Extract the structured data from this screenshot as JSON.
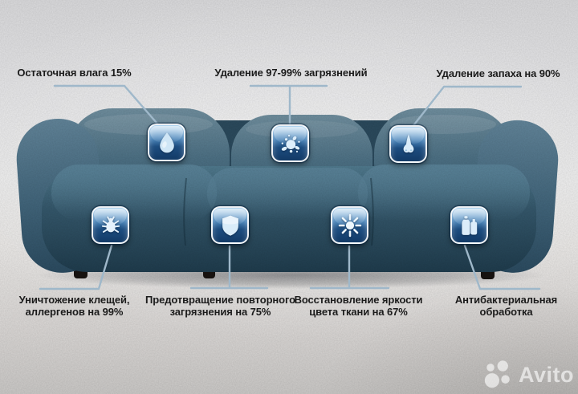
{
  "callouts": [
    {
      "name": "moisture",
      "icon": "water-drop-icon",
      "lines": [
        "Остаточная влага 15%"
      ]
    },
    {
      "name": "dirt-removal",
      "icon": "splat-icon",
      "lines": [
        "Удаление 97-99% загрязнений"
      ]
    },
    {
      "name": "odor-removal",
      "icon": "nose-icon",
      "lines": [
        "Удаление запаха на 90%"
      ]
    },
    {
      "name": "mite-removal",
      "icon": "mite-icon",
      "lines": [
        "Уничтожение клещей,",
        "аллергенов на 99%"
      ]
    },
    {
      "name": "resoiling-prevention",
      "icon": "shield-icon",
      "lines": [
        "Предотвращение повторного",
        "загрязнения на 75%"
      ]
    },
    {
      "name": "color-restoration",
      "icon": "sun-icon",
      "lines": [
        "Восстановление яркости",
        "цвета ткани на 67%"
      ]
    },
    {
      "name": "antibacterial",
      "icon": "spray-bottles-icon",
      "lines": [
        "Антибактериальная",
        "обработка"
      ]
    }
  ],
  "watermark": {
    "text": "Avito"
  },
  "colors": {
    "badge_blue_top": "#8cc0e8",
    "badge_blue_bottom": "#123a66",
    "connector_line": "#9fb8ca",
    "label_text": "#1b1b1b",
    "sofa_fabric": "#3a5d71",
    "background": "#e9e9eb",
    "watermark_gray": "#d9d8d7"
  }
}
